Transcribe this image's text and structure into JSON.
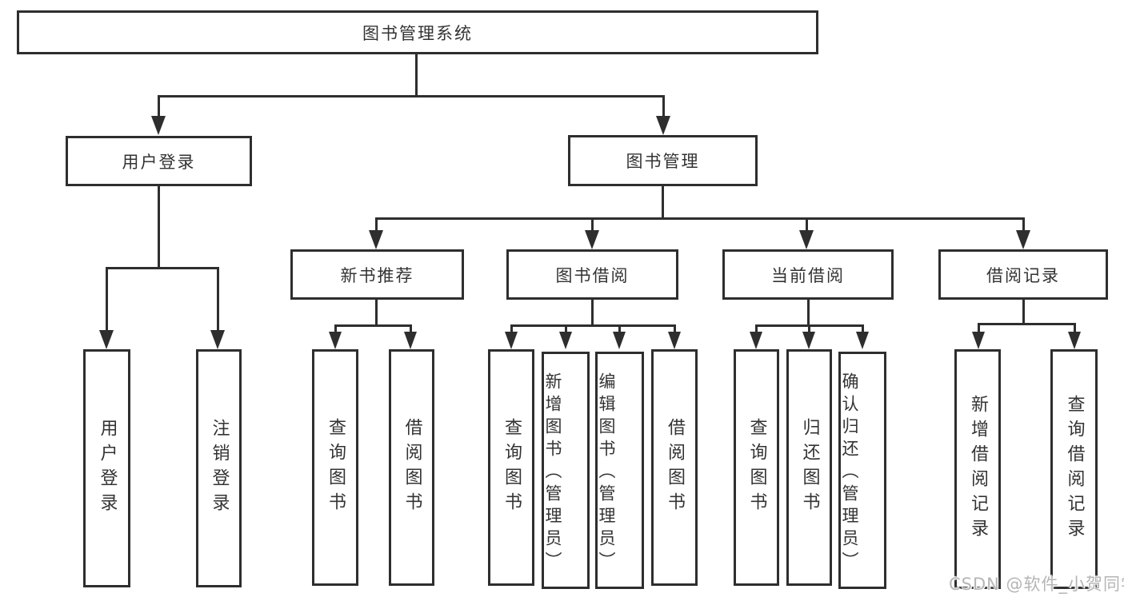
{
  "nodes": {
    "root": "图书管理系统",
    "level2": {
      "user_login": "用户登录",
      "book_management": "图书管理"
    },
    "level3": {
      "new_book_recommend": "新书推荐",
      "book_borrowing": "图书借阅",
      "current_borrowing": "当前借阅",
      "borrowing_records": "借阅记录"
    },
    "leaves": {
      "user_login": "用户登录",
      "logout": "注销登录",
      "nb_query_books": "查询图书",
      "nb_borrow_books": "借阅图书",
      "bb_query_books": "查询图书",
      "bb_add_books_admin": "新增图书（管理员）",
      "bb_edit_books_admin": "编辑图书（管理员）",
      "bb_borrow_books": "借阅图书",
      "cb_query_books": "查询图书",
      "cb_return_books": "归还图书",
      "cb_confirm_return_admin": "确认归还（管理员）",
      "br_add_record": "新增借阅记录",
      "br_query_record": "查询借阅记录"
    },
    "watermark": "CSDN @软件_小贺同学"
  },
  "colors": {
    "line": "#2e2e2e",
    "text": "#333333",
    "watermark": "#b5b5b5",
    "background": "#ffffff"
  }
}
